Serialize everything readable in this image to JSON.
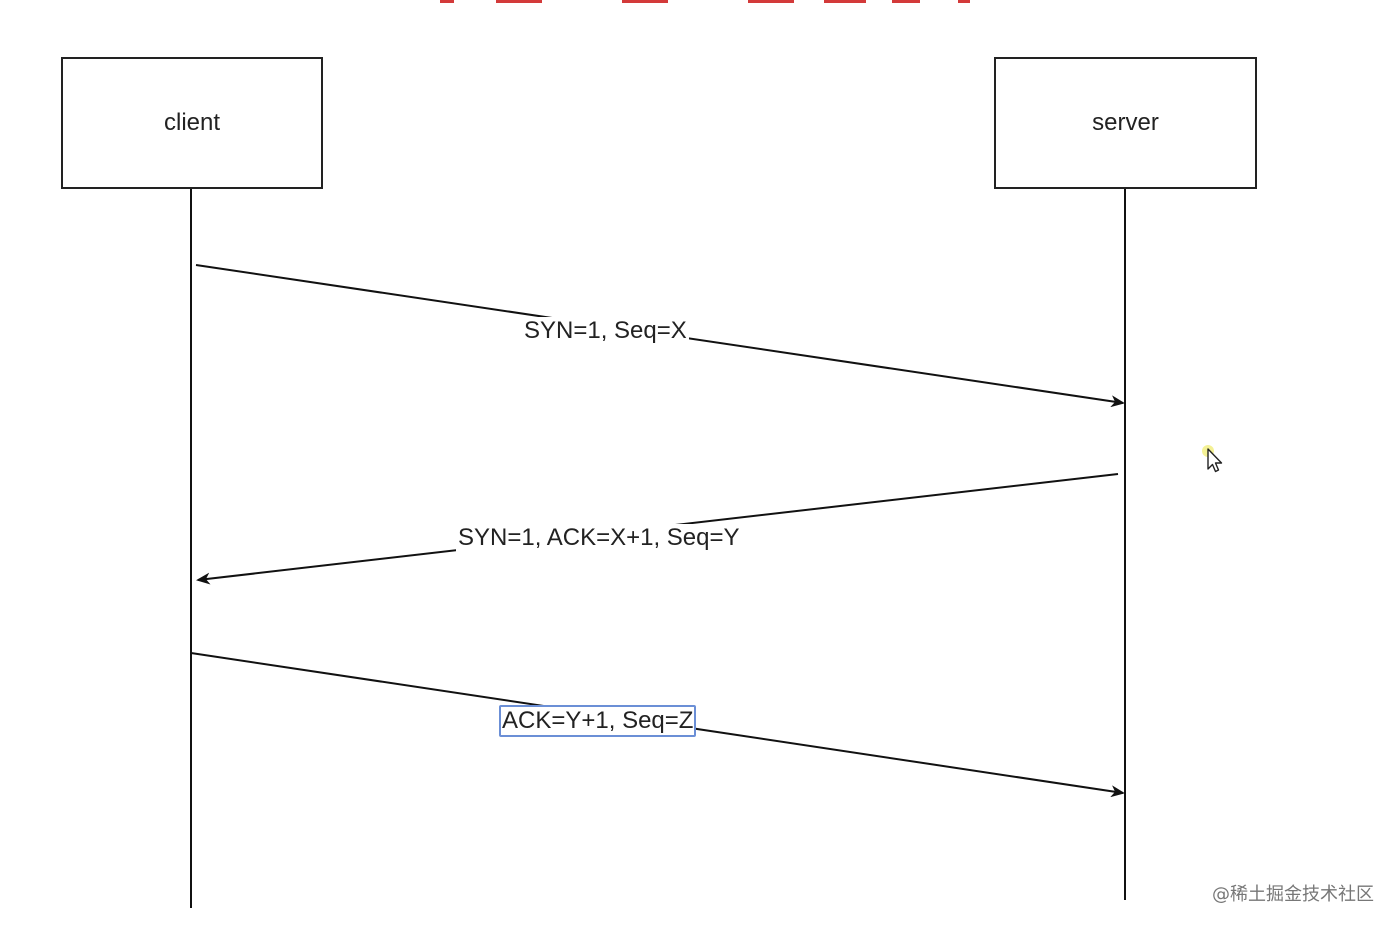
{
  "participants": {
    "client": "client",
    "server": "server"
  },
  "messages": [
    {
      "label": "SYN=1, Seq=X",
      "from": "client",
      "to": "server"
    },
    {
      "label": "SYN=1, ACK=X+1, Seq=Y",
      "from": "server",
      "to": "client"
    },
    {
      "label": "ACK=Y+1, Seq=Z",
      "from": "client",
      "to": "server"
    }
  ],
  "watermark": "@稀土掘金技术社区",
  "colors": {
    "line": "#111111",
    "top_marks": "#d33a3a",
    "selection": "#6b8fd6",
    "cursor_highlight": "#f3f08a"
  }
}
